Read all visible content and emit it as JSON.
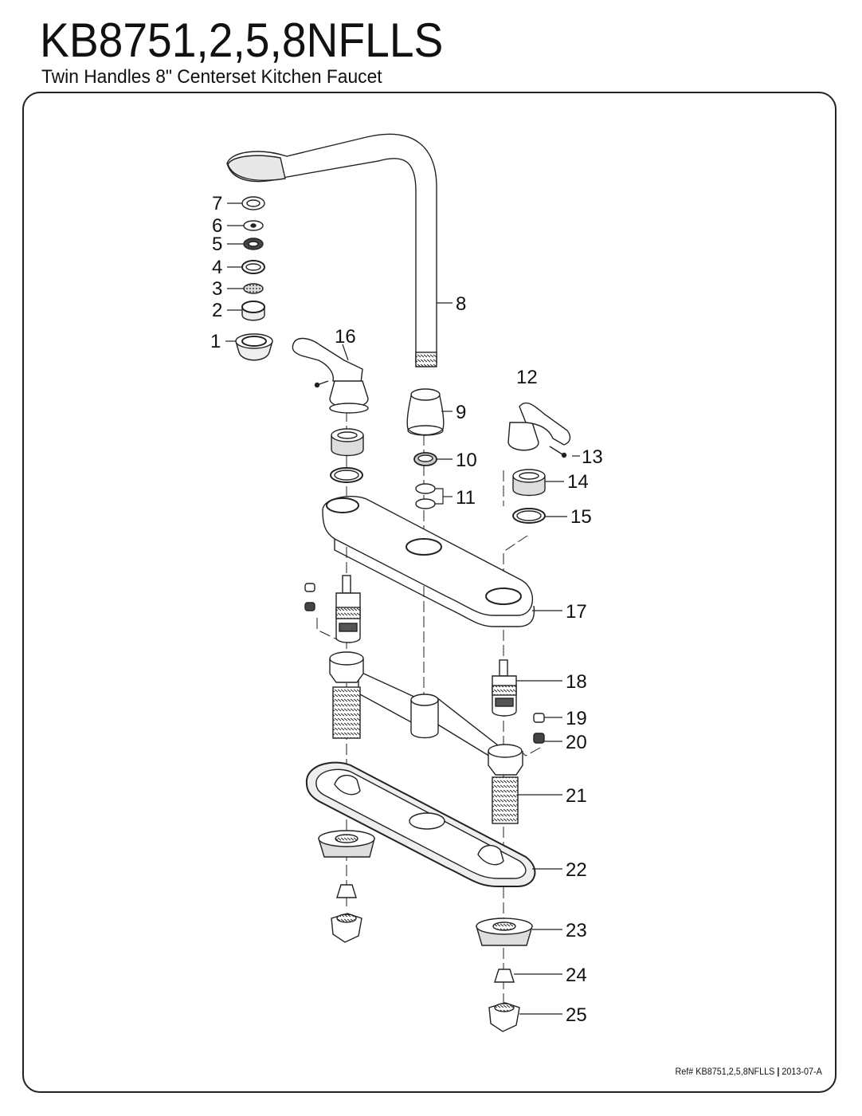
{
  "header": {
    "title": "KB8751,2,5,8NFLLS",
    "subtitle": "Twin Handles 8\" Centerset Kitchen Faucet"
  },
  "parts": {
    "p1": "1",
    "p2": "2",
    "p3": "3",
    "p4": "4",
    "p5": "5",
    "p6": "6",
    "p7": "7",
    "p8": "8",
    "p9": "9",
    "p10": "10",
    "p11": "11",
    "p12": "12",
    "p13": "13",
    "p14": "14",
    "p15": "15",
    "p16": "16",
    "p17": "17",
    "p18": "18",
    "p19": "19",
    "p20": "20",
    "p21": "21",
    "p22": "22",
    "p23": "23",
    "p24": "24",
    "p25": "25"
  },
  "footer": {
    "ref_prefix": "Ref# KB8751,2,5,8NFLLS",
    "separator": " | ",
    "date_code": "2013-07-A"
  }
}
